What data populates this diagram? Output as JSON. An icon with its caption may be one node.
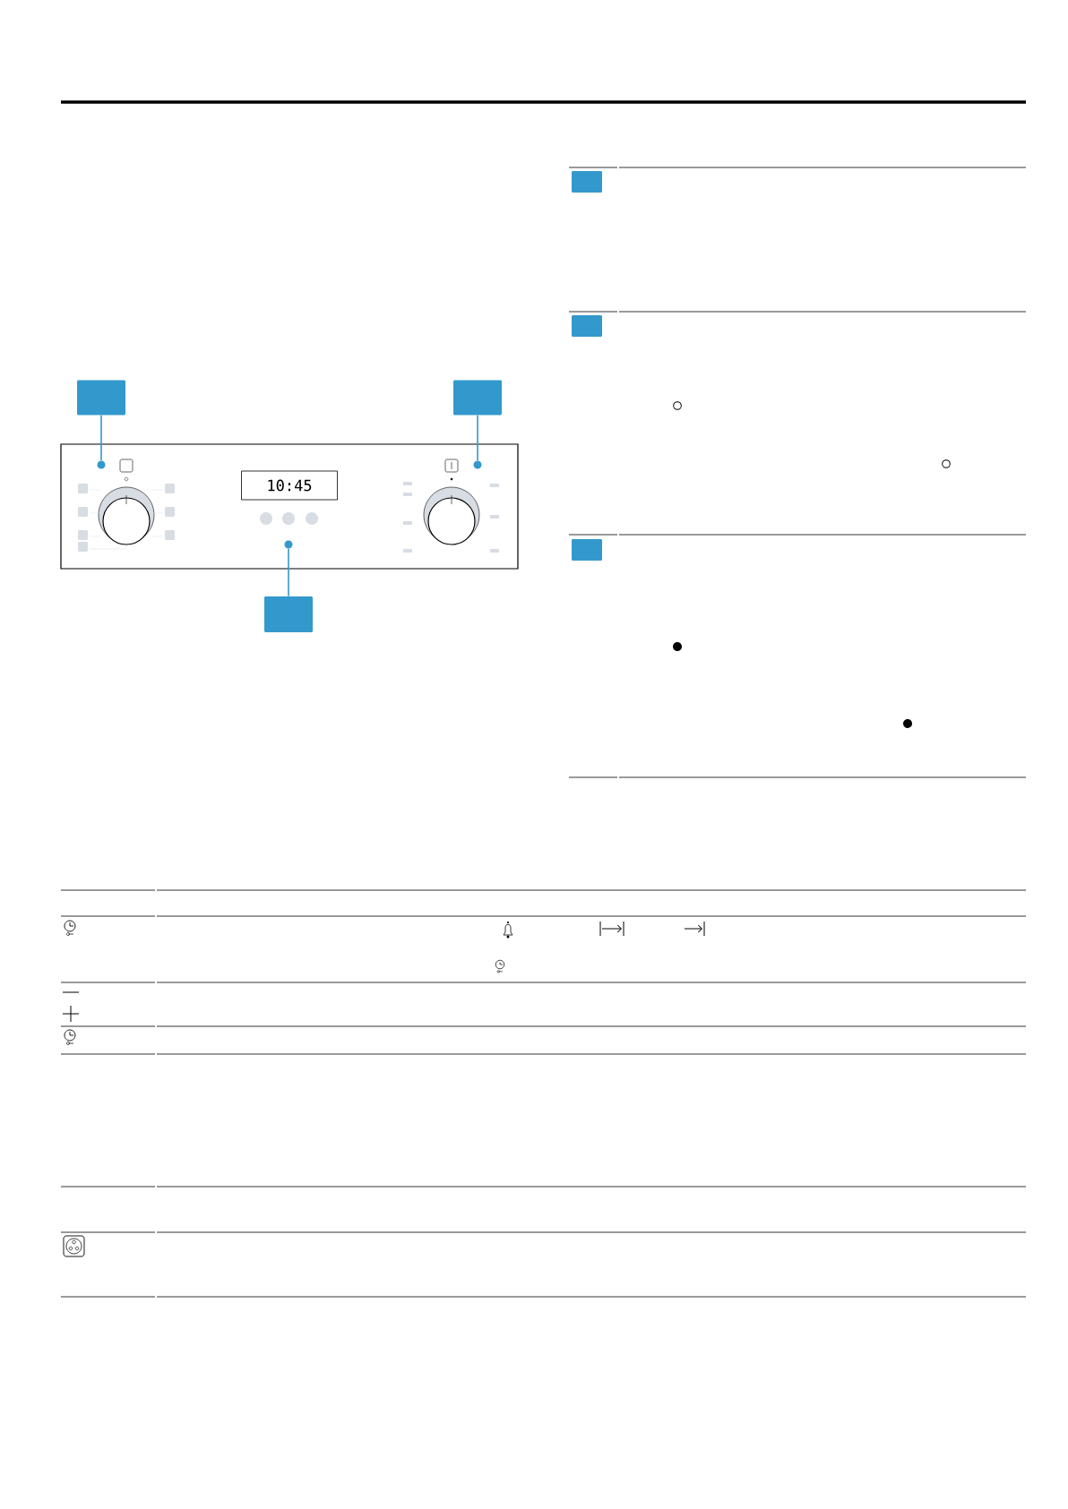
{
  "diagram": {
    "nodes": [
      {
        "text": [],
        "shape": "box"
      },
      {
        "text": [],
        "shape": "box"
      },
      {
        "text": [],
        "shape": "circle"
      },
      {
        "text": [],
        "shape": "circle"
      },
      {
        "text": [
          "10:45"
        ]
      },
      {
        "text": [],
        "shape": "circle"
      },
      {
        "text": [],
        "shape": "box"
      },
      {
        "text": [],
        "shape": "box"
      },
      {
        "text": [],
        "shape": "box"
      },
      {
        "text": [],
        "shape": "box"
      }
    ],
    "edges": [
      {
        "from": 0,
        "to": 2,
        "arrow": "none"
      },
      {
        "from": 1,
        "to": 3,
        "arrow": "none"
      },
      {
        "from": 6,
        "to": 5,
        "arrow": "none"
      }
    ]
  }
}
